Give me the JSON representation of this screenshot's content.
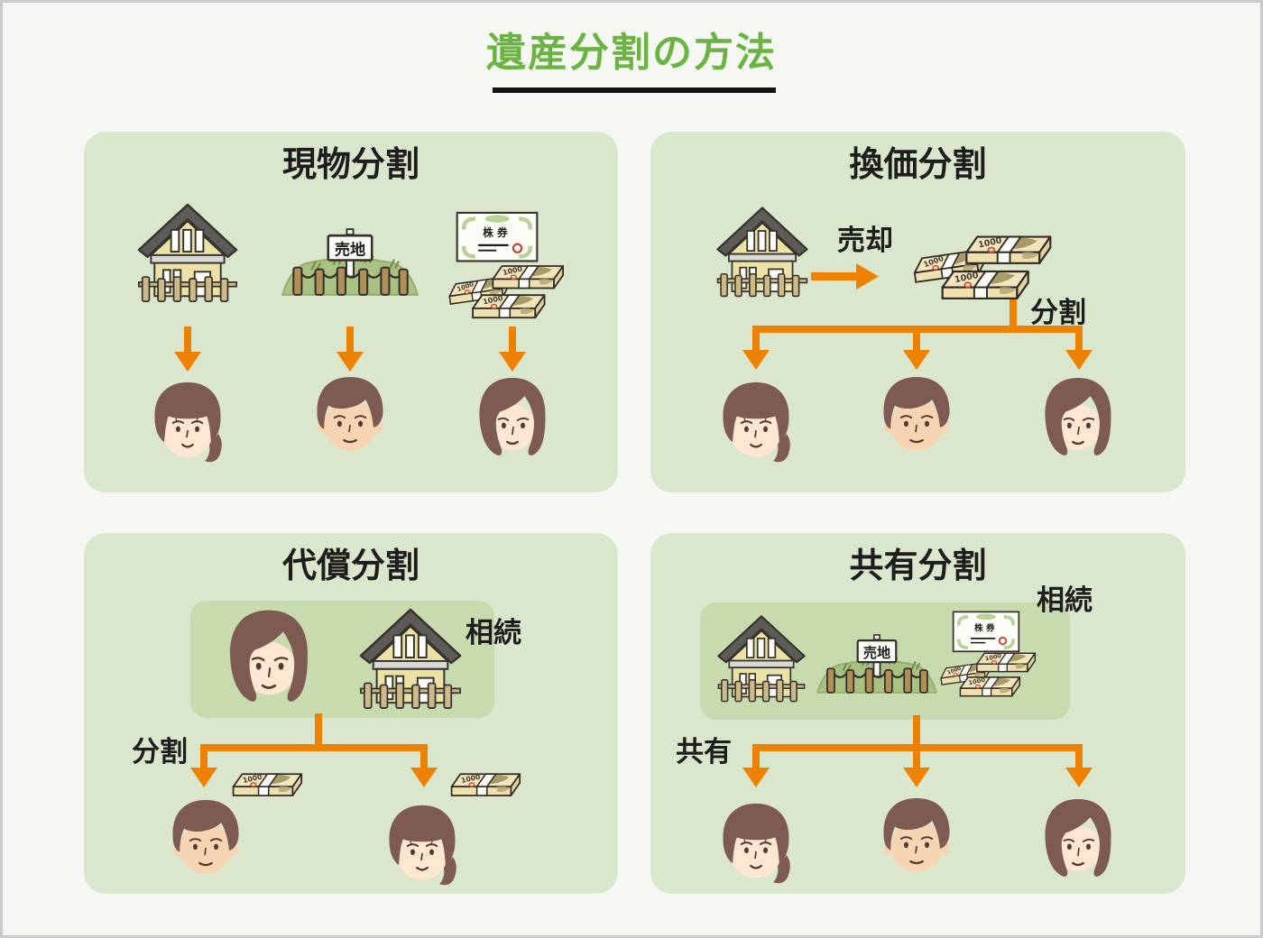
{
  "page": {
    "title": "遺産分割の方法"
  },
  "panels": {
    "genbutsu": {
      "title": "現物分割"
    },
    "kanka": {
      "title": "換価分割",
      "sell_label": "売却",
      "split_label": "分割"
    },
    "daisho": {
      "title": "代償分割",
      "inherit_label": "相続",
      "split_label": "分割"
    },
    "kyoyu": {
      "title": "共有分割",
      "inherit_label": "相続",
      "share_label": "共有"
    }
  },
  "illustrations": {
    "land_sign_text": "売地",
    "certificate_text": "株券",
    "banknote_text": "1000"
  },
  "colors": {
    "title_green": "#6cb344",
    "panel_green": "#dbe7cc",
    "inner_box_green": "#c8dbae",
    "arrow_orange": "#ee8100",
    "hair_brown": "#7d5a52",
    "house_wall": "#ece2a5"
  }
}
